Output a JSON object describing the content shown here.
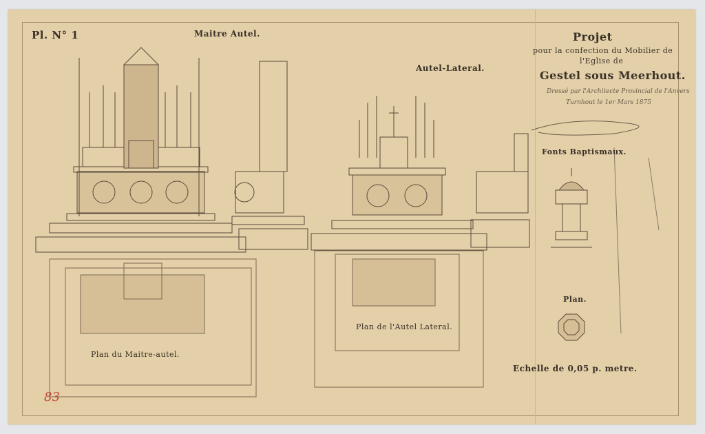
{
  "plate": {
    "number": "Pl. N° 1",
    "archive_number": "83"
  },
  "labels": {
    "main_altar": "Maitre Autel.",
    "side_altar": "Autel-Lateral.",
    "baptismal_font": "Fonts Baptismaux.",
    "font_plan": "Plan.",
    "main_altar_plan": "Plan du Maitre-autel.",
    "side_altar_plan": "Plan de l'Autel Lateral."
  },
  "title": {
    "heading": "Projet",
    "line1": "pour la confection du Mobilier de",
    "line2": "l'Eglise de",
    "place": "Gestel sous Meerhout."
  },
  "signature_block": {
    "line1": "Dressé par l'Architecte Provincial de l'Anvers",
    "line2": "Turnhout le 1er Mars 1875"
  },
  "scale": "Echelle de 0,05 p. metre.",
  "colors": {
    "paper": "#e3cfa8",
    "ink": "#3a3128",
    "archive_red": "#c0483a"
  }
}
